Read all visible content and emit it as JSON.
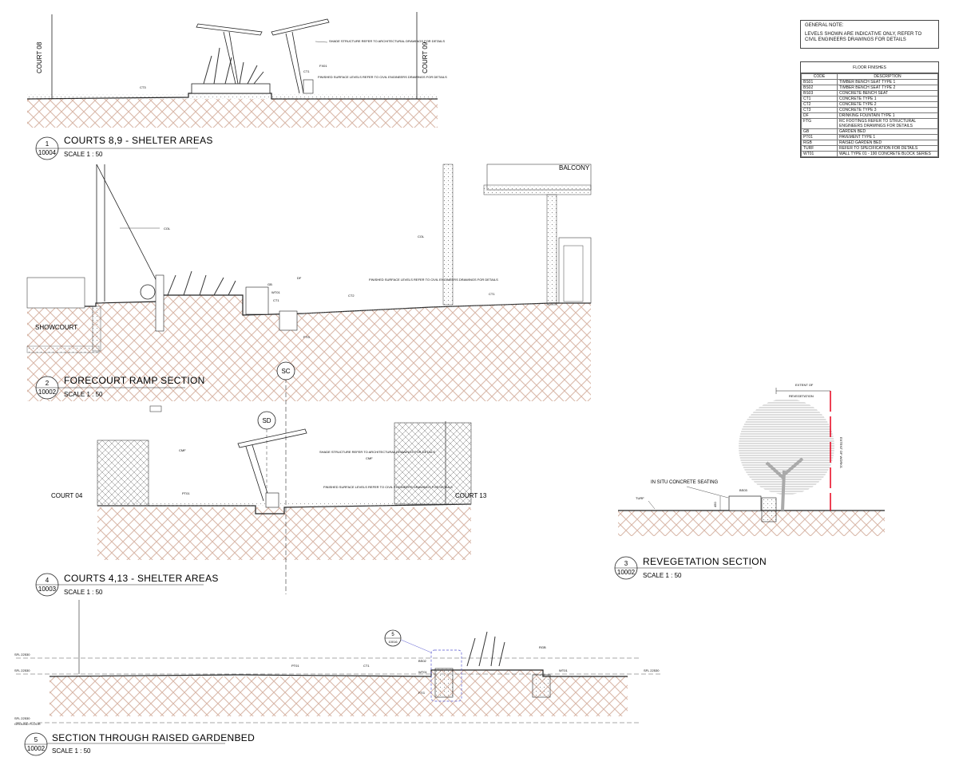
{
  "general_note": {
    "title": "GENERAL NOTE:",
    "text": "LEVELS SHOWN ARE INDICATIVE ONLY, REFER TO CIVIL ENGINEERS DRAWINGS FOR DETAILS"
  },
  "floor_finishes": {
    "title": "FLOOR FINISHES",
    "col_code": "CODE",
    "col_desc": "DESCRIPTION",
    "rows": [
      {
        "code": "BS01",
        "desc": "TIMBER BENCH SEAT TYPE 1"
      },
      {
        "code": "BS02",
        "desc": "TIMBER BENCH SEAT TYPE 2"
      },
      {
        "code": "BS03",
        "desc": "CONCRETE BENCH SEAT"
      },
      {
        "code": "CT1",
        "desc": "CONCRETE TYPE 1"
      },
      {
        "code": "CT2",
        "desc": "CONCRETE TYPE 2"
      },
      {
        "code": "CT3",
        "desc": "CONCRETE TYPE 3"
      },
      {
        "code": "DF",
        "desc": "DRINKING FOUNTAIN TYPE 1"
      },
      {
        "code": "FTG",
        "desc": "RC FOOTINGS REFER TO STRUCTURAL ENGINEERS DRAWINGS FOR DETAILS"
      },
      {
        "code": "GB",
        "desc": "GARDEN BED"
      },
      {
        "code": "PT01",
        "desc": "PAVEMENT TYPE 1"
      },
      {
        "code": "RGB",
        "desc": "RAISED GARDEN BED"
      },
      {
        "code": "TURF",
        "desc": "REFER TO SPECIFICATION FOR DETAILS"
      },
      {
        "code": "WT01",
        "desc": "WALL TYPE 01 - 190 CONCRETE BLOCK SERIES"
      }
    ]
  },
  "sections": {
    "s1": {
      "num": "1",
      "ref": "10004",
      "title": "COURTS 8,9 -  SHELTER AREAS",
      "scale": "SCALE 1 : 50",
      "court_left": "COURT 08",
      "court_right": "COURT 09",
      "ct3": "CT3",
      "fx01": "FX01",
      "ct1": "CT1",
      "shade_note": "SHADE STRUCTURE REFER TO ARCHITECTURAL DRAWINGS FOR DETAILS",
      "surface_note": "FINISHED SURFACE LEVELS REFER TO CIVIL ENGINEERS DRAWINGS FOR DETAILS"
    },
    "s2": {
      "num": "2",
      "ref": "10002",
      "title": "FORECOURT RAMP SECTION",
      "scale": "SCALE 1 : 50",
      "showcourt": "SHOWCOURT",
      "balcony": "BALCONY",
      "col": "COL",
      "col2": "COL",
      "gb": "GB",
      "wt01": "WT01",
      "ct1a": "CT1",
      "ct2": "CT2",
      "ct1b": "CT1",
      "ftg": "FTG",
      "df": "DF",
      "surface_note": "FINISHED SURFACE LEVELS REFER TO CIVIL ENGINEERS DRAWINGS FOR DETAILS"
    },
    "s3": {
      "num": "3",
      "ref": "10002",
      "title": "REVEGETATION SECTION",
      "scale": "SCALE 1 : 50",
      "extent_reveg_1": "EXTENT OF",
      "extent_reveg_2": "REVEGETATION",
      "extent_works": "EXTENT OF WORKS",
      "seating": "IN SITU CONCRETE SEATING",
      "bs03": "BS03",
      "turf": "TURF",
      "dim": "450"
    },
    "s4": {
      "num": "4",
      "ref": "10003",
      "title": "COURTS 4,13 -  SHELTER AREAS",
      "scale": "SCALE 1 : 50",
      "court_left": "COURT  04",
      "court_right": "COURT  13",
      "cmf1": "CMF",
      "cmf2": "CMF",
      "pt01": "PT01",
      "sc": "SC",
      "sd": "SD",
      "shade_note": "SHADE STRUCTURE REFER TO ARCHITECTURAL DRAWINGS FOR DETAILS",
      "surface_note": "FINISHED SURFACE LEVELS REFER TO CIVIL ENGINEERS DRAWINGS FOR DETAILS"
    },
    "s5": {
      "num": "5",
      "ref": "10002",
      "title": "SECTION THROUGH RAISED GARDENBED",
      "scale": "SCALE 1 : 50",
      "detail_num": "5",
      "detail_ref": "10016",
      "pt01": "PT01",
      "ct1": "CT1",
      "bs02": "BS02",
      "wt01a": "WT01",
      "wt01b": "WT01",
      "ftg": "FTG",
      "rgb": "RGB",
      "ssl1": "SFL 22530",
      "ssl2": "SFL 22530",
      "gf": "SFL 22530",
      "gf2": "GROUND FLOOR",
      "ssl_r": "SFL 22530"
    }
  },
  "colors": {
    "ground_hatch": "#d9b8a9",
    "line": "#222222",
    "extent_red": "#e8001c"
  }
}
